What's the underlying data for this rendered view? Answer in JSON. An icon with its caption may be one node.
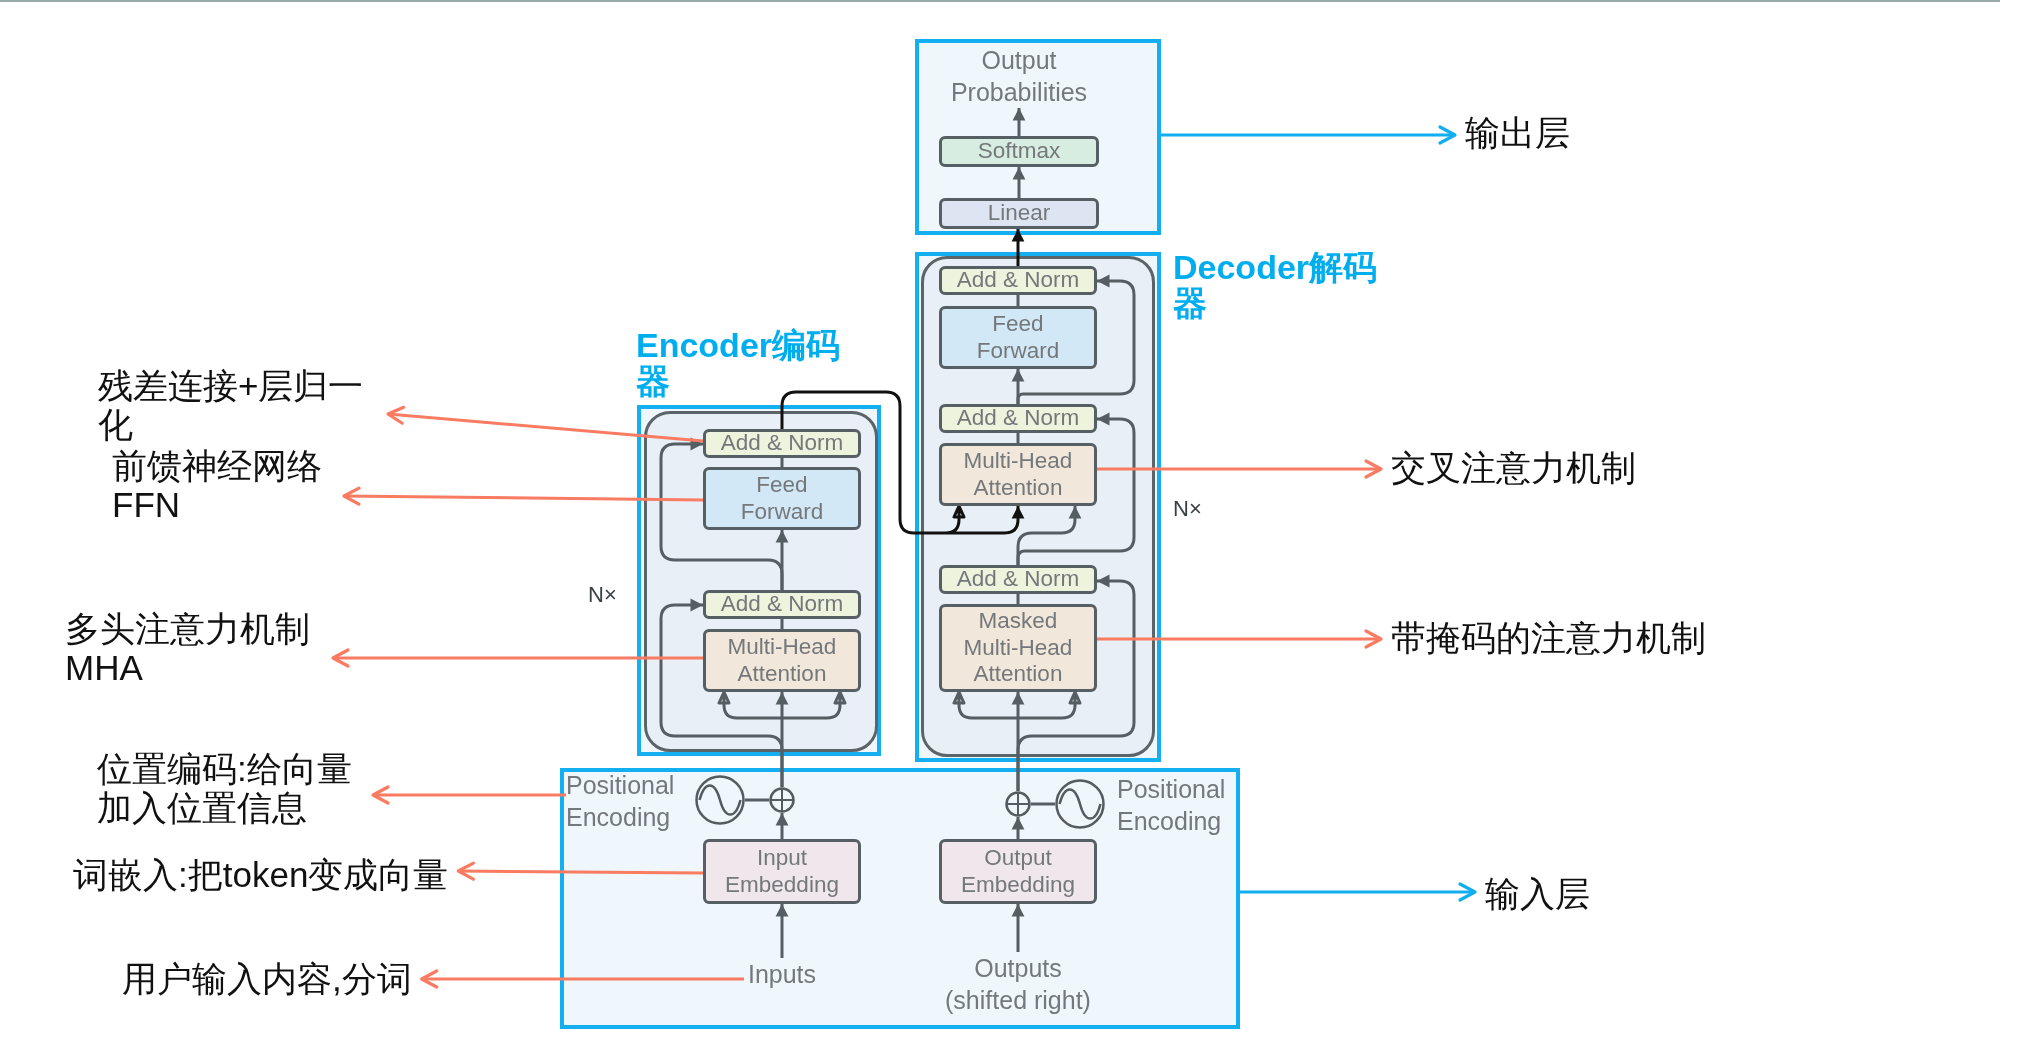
{
  "diagram": {
    "nodes": [
      {
        "text": [],
        "shape": "box"
      },
      {
        "text": [
          "Output Probabilities"
        ],
        "in": 0
      },
      {
        "text": [
          "Softmax"
        ],
        "in": 0
      },
      {
        "text": [
          "Linear"
        ],
        "in": 0
      },
      {
        "text": [
          "Decoder解码器"
        ]
      },
      {
        "text": [],
        "shape": "box",
        "in": 4,
        "beside": [
          "N×"
        ]
      },
      {
        "text": [
          "Add & Norm"
        ],
        "in": 5
      },
      {
        "text": [
          "Feed Forward"
        ],
        "in": 5
      },
      {
        "text": [
          "Add & Norm"
        ],
        "in": 5
      },
      {
        "text": [
          "Multi-Head Attention"
        ],
        "in": 5
      },
      {
        "text": [
          "Add & Norm"
        ],
        "in": 5
      },
      {
        "text": [
          "Masked Multi-Head Attention"
        ],
        "in": 5
      },
      {
        "text": [
          "Encoder编码器"
        ]
      },
      {
        "text": [],
        "shape": "box",
        "in": 12,
        "beside": [
          "N×"
        ]
      },
      {
        "text": [
          "Add & Norm"
        ],
        "in": 13
      },
      {
        "text": [
          "Feed Forward"
        ],
        "in": 13
      },
      {
        "text": [
          "Add & Norm"
        ],
        "in": 13
      },
      {
        "text": [
          "Multi-Head Attention"
        ],
        "in": 13
      },
      {
        "text": [],
        "shape": "box"
      },
      {
        "text": [
          "Positional Encoding"
        ],
        "in": 18
      },
      {
        "text": [],
        "shape": "circle",
        "in": 18
      },
      {
        "text": [],
        "shape": "circle",
        "in": 18
      },
      {
        "text": [
          "Input Embedding"
        ],
        "in": 18
      },
      {
        "text": [
          "Inputs"
        ],
        "in": 18
      },
      {
        "text": [],
        "shape": "circle",
        "in": 18
      },
      {
        "text": [],
        "shape": "circle",
        "in": 18,
        "beside": [
          "Positional Encoding"
        ]
      },
      {
        "text": [
          "Output Embedding"
        ],
        "in": 18
      },
      {
        "text": [
          "Outputs (shifted right)"
        ],
        "in": 18
      },
      {
        "text": [
          "输出层"
        ]
      },
      {
        "text": [
          "残差连接+层归一化"
        ]
      },
      {
        "text": [
          "前馈神经网络 FFN"
        ]
      },
      {
        "text": [
          "交叉注意力机制"
        ]
      },
      {
        "text": [
          "多头注意力机制 MHA"
        ]
      },
      {
        "text": [
          "带掩码的注意力机制"
        ]
      },
      {
        "text": [
          "位置编码:给向量加入位置信息"
        ]
      },
      {
        "text": [
          "词嵌入:把token变成向量"
        ]
      },
      {
        "text": [
          "用户输入内容,分词"
        ]
      },
      {
        "text": [
          "输入层"
        ]
      }
    ],
    "edges": [
      {
        "from": 2,
        "to": 1,
        "arrow": "to"
      },
      {
        "from": 3,
        "to": 2,
        "arrow": "to"
      },
      {
        "from": 6,
        "to": 3,
        "arrow": "to",
        "color": "#111111"
      },
      {
        "from": 7,
        "to": 6,
        "arrow": "none"
      },
      {
        "from": 8,
        "to": 7,
        "arrow": "to"
      },
      {
        "from": 8,
        "to": 6,
        "arrow": "to"
      },
      {
        "from": 9,
        "to": 8,
        "arrow": "none"
      },
      {
        "from": 10,
        "to": 9,
        "arrow": "to"
      },
      {
        "from": 10,
        "to": 8,
        "arrow": "to"
      },
      {
        "from": 11,
        "to": 10,
        "arrow": "none"
      },
      {
        "from": 24,
        "to": 11,
        "arrow": "to"
      },
      {
        "from": 24,
        "to": 10,
        "arrow": "to"
      },
      {
        "from": 17,
        "to": 16,
        "arrow": "none"
      },
      {
        "from": 16,
        "to": 15,
        "arrow": "to"
      },
      {
        "from": 16,
        "to": 14,
        "arrow": "to"
      },
      {
        "from": 15,
        "to": 14,
        "arrow": "none"
      },
      {
        "from": 21,
        "to": 17,
        "arrow": "to"
      },
      {
        "from": 21,
        "to": 16,
        "arrow": "to"
      },
      {
        "from": 14,
        "to": 9,
        "arrow": "to",
        "color": "#111111"
      },
      {
        "from": 22,
        "to": 21,
        "arrow": "to"
      },
      {
        "from": 20,
        "to": 21,
        "arrow": "none"
      },
      {
        "from": 23,
        "to": 22,
        "arrow": "to"
      },
      {
        "from": 26,
        "to": 24,
        "arrow": "to"
      },
      {
        "from": 25,
        "to": 24,
        "arrow": "none"
      },
      {
        "from": 27,
        "to": 26,
        "arrow": "to"
      },
      {
        "from": 0,
        "to": 28,
        "arrow": "to",
        "color": "#12aef0"
      },
      {
        "from": 14,
        "to": 29,
        "arrow": "to",
        "color": "#f97b61"
      },
      {
        "from": 15,
        "to": 30,
        "arrow": "to",
        "color": "#f97b61"
      },
      {
        "from": 9,
        "to": 31,
        "arrow": "to",
        "color": "#f97b61"
      },
      {
        "from": 17,
        "to": 32,
        "arrow": "to",
        "color": "#f97b61"
      },
      {
        "from": 11,
        "to": 33,
        "arrow": "to",
        "color": "#f97b61"
      },
      {
        "from": 19,
        "to": 34,
        "arrow": "to",
        "color": "#f97b61"
      },
      {
        "from": 22,
        "to": 35,
        "arrow": "to",
        "color": "#f97b61"
      },
      {
        "from": 23,
        "to": 36,
        "arrow": "to",
        "color": "#f97b61"
      },
      {
        "from": 18,
        "to": 37,
        "arrow": "to",
        "color": "#12aef0"
      }
    ]
  }
}
